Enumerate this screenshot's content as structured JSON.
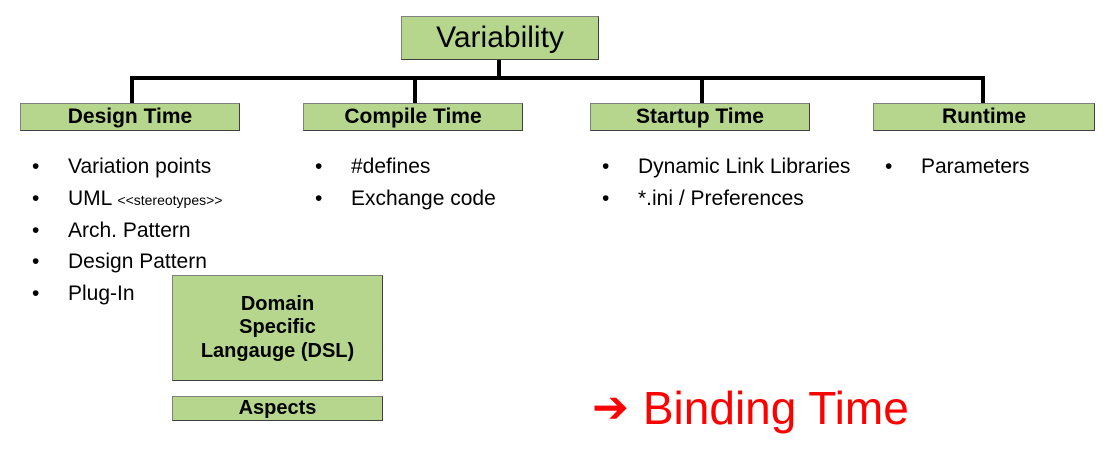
{
  "diagram": {
    "root": {
      "label": "Variability"
    },
    "categories": [
      {
        "label": "Design Time",
        "items": [
          {
            "text": "Variation points"
          },
          {
            "text": "UML ",
            "note": "<<stereotypes>>"
          },
          {
            "text": "Arch. Pattern"
          },
          {
            "text": "Design Pattern"
          },
          {
            "text": "Plug-In"
          }
        ]
      },
      {
        "label": "Compile Time",
        "items": [
          {
            "text": "#defines"
          },
          {
            "text": "Exchange code"
          }
        ]
      },
      {
        "label": "Startup Time",
        "items": [
          {
            "text": "Dynamic Link Libraries"
          },
          {
            "text": "*.ini / Preferences"
          }
        ]
      },
      {
        "label": "Runtime",
        "items": [
          {
            "text": "Parameters"
          }
        ]
      }
    ],
    "extra_boxes": [
      {
        "label": "Domain\nSpecific\nLangauge (DSL)"
      },
      {
        "label": "Aspects"
      }
    ],
    "callout": {
      "arrow": "➔",
      "text": "Binding Time"
    },
    "bullet_glyph": "•",
    "colors": {
      "box_fill": "#b5d68c",
      "box_border": "#808080",
      "connector": "#000000",
      "callout": "#ff0000",
      "text": "#000000"
    }
  }
}
